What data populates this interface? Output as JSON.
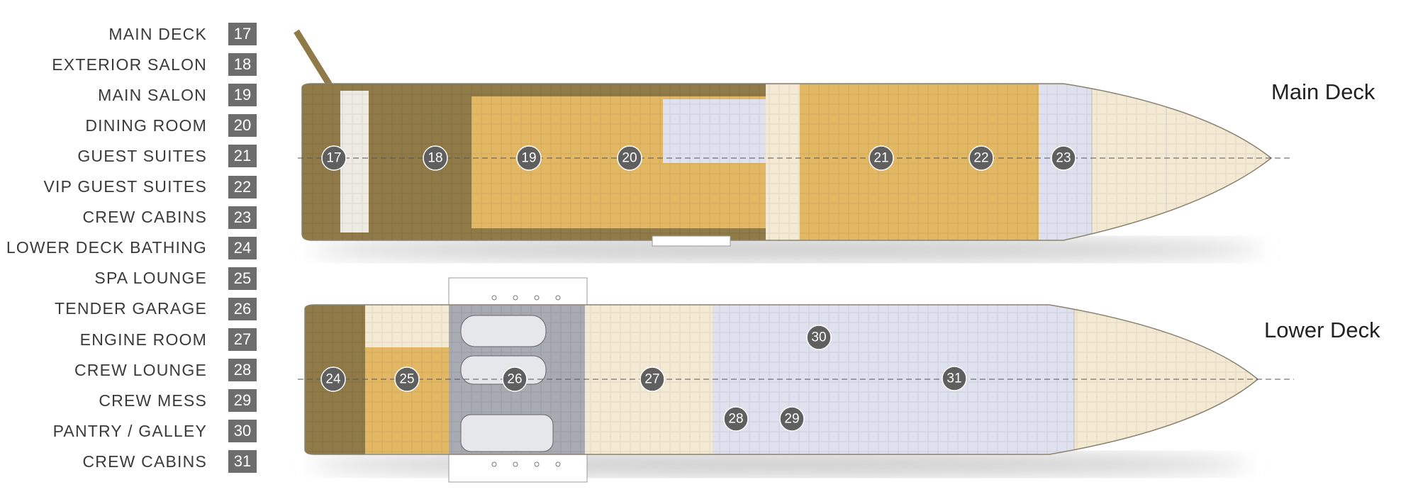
{
  "legend": [
    {
      "label": "MAIN DECK",
      "num": "17"
    },
    {
      "label": "EXTERIOR SALON",
      "num": "18"
    },
    {
      "label": "MAIN SALON",
      "num": "19"
    },
    {
      "label": "DINING ROOM",
      "num": "20"
    },
    {
      "label": "GUEST SUITES",
      "num": "21"
    },
    {
      "label": "VIP GUEST SUITES",
      "num": "22"
    },
    {
      "label": "CREW CABINS",
      "num": "23"
    },
    {
      "label": "LOWER DECK BATHING",
      "num": "24"
    },
    {
      "label": "SPA LOUNGE",
      "num": "25"
    },
    {
      "label": "TENDER GARAGE",
      "num": "26"
    },
    {
      "label": "ENGINE ROOM",
      "num": "27"
    },
    {
      "label": "CREW LOUNGE",
      "num": "28"
    },
    {
      "label": "CREW MESS",
      "num": "29"
    },
    {
      "label": "PANTRY / GALLEY",
      "num": "30"
    },
    {
      "label": "CREW CABINS",
      "num": "31"
    }
  ],
  "decks": {
    "main": "Main Deck",
    "lower": "Lower Deck"
  },
  "colors": {
    "teak": "#8f7a48",
    "gold": "#e2b865",
    "crew": "#dfe1ee",
    "cream": "#f4ead4",
    "garage": "#a9abb3",
    "marker": "#5f5f60",
    "badge": "#6d6d6e"
  }
}
